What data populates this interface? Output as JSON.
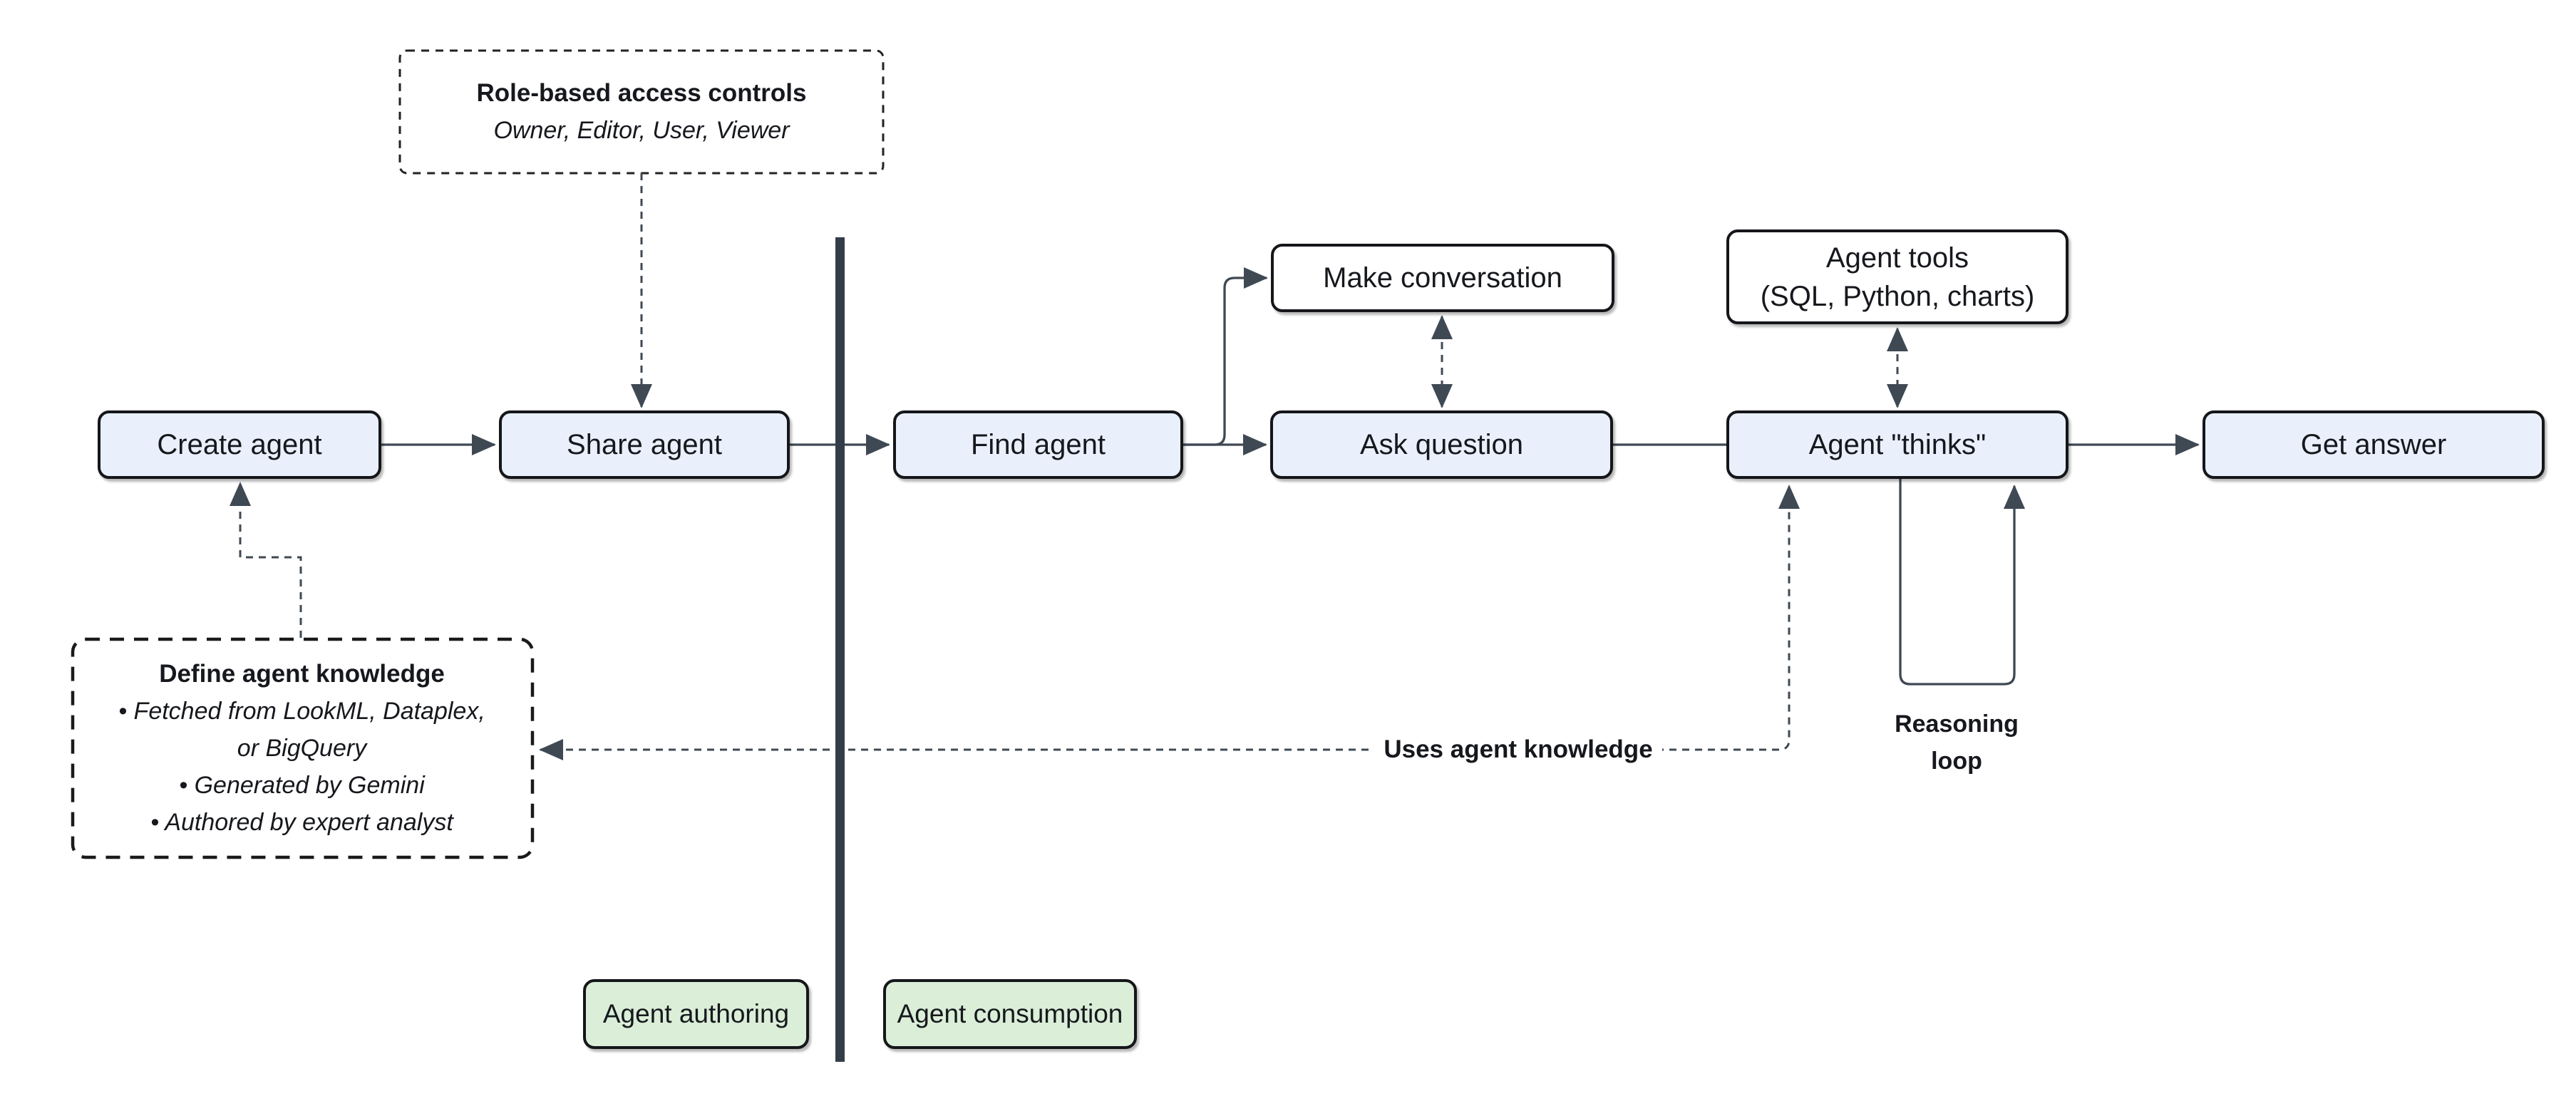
{
  "diagram": {
    "colors": {
      "node_fill_blue": "#e9f0fb",
      "node_fill_white": "#ffffff",
      "node_fill_green": "#daeed8",
      "node_border": "#15161a",
      "connector": "#3f4954",
      "divider": "#333d47",
      "text": "#16181d"
    },
    "nodes": {
      "create_agent": {
        "label": "Create agent"
      },
      "share_agent": {
        "label": "Share agent"
      },
      "find_agent": {
        "label": "Find agent"
      },
      "ask_question": {
        "label": "Ask question"
      },
      "agent_thinks": {
        "label": "Agent \"thinks\""
      },
      "get_answer": {
        "label": "Get answer"
      },
      "make_conversation": {
        "label": "Make conversation"
      },
      "agent_tools": {
        "line1": "Agent tools",
        "line2": "(SQL, Python, charts)"
      }
    },
    "access_box": {
      "title": "Role-based access controls",
      "subtitle": "Owner, Editor, User, Viewer"
    },
    "knowledge_box": {
      "title": "Define agent knowledge",
      "lines": [
        "• Fetched from LookML, Dataplex,",
        "or BigQuery",
        "• Generated by Gemini",
        "• Authored by expert analyst"
      ]
    },
    "labels": {
      "reasoning_loop": "Reasoning loop",
      "uses_agent_knowledge": "Uses agent knowledge",
      "agent_authoring": "Agent authoring",
      "agent_consumption": "Agent consumption"
    }
  }
}
